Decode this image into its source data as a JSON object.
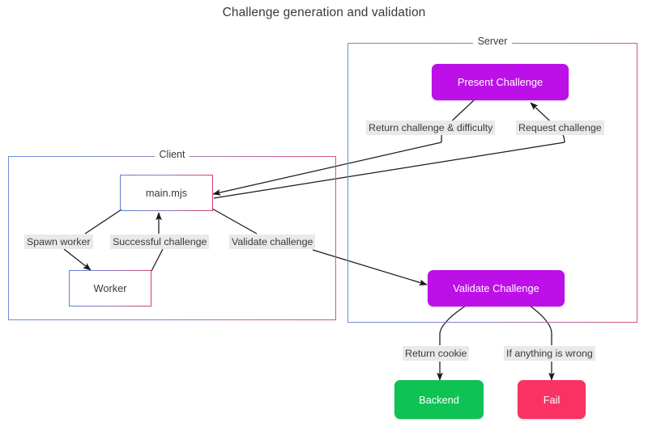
{
  "diagram": {
    "title": "Challenge generation and validation",
    "type": "flowchart",
    "colors": {
      "purple": "#bd0fe8",
      "green": "#0ec254",
      "pink": "#fa3263",
      "outline_start": "#5b7fd4",
      "outline_end": "#d43f66",
      "label_bg": "#e9e9e9",
      "text": "#3a3a3a",
      "background": "#ffffff"
    }
  },
  "groups": [
    {
      "id": "client",
      "label": "Client"
    },
    {
      "id": "server",
      "label": "Server"
    }
  ],
  "nodes": [
    {
      "id": "present_challenge",
      "label": "Present Challenge",
      "style": "filled-purple",
      "group": "server"
    },
    {
      "id": "main_mjs",
      "label": "main.mjs",
      "style": "outlined",
      "group": "client"
    },
    {
      "id": "worker",
      "label": "Worker",
      "style": "outlined",
      "group": "client"
    },
    {
      "id": "validate_challenge",
      "label": "Validate Challenge",
      "style": "filled-purple",
      "group": "server"
    },
    {
      "id": "backend",
      "label": "Backend",
      "style": "filled-green",
      "group": null
    },
    {
      "id": "fail",
      "label": "Fail",
      "style": "filled-pink",
      "group": null
    }
  ],
  "edge_labels": [
    {
      "id": "return_challenge_difficulty",
      "text": "Return challenge & difficulty"
    },
    {
      "id": "request_challenge",
      "text": "Request challenge"
    },
    {
      "id": "spawn_worker",
      "text": "Spawn worker"
    },
    {
      "id": "successful_challenge",
      "text": "Successful challenge"
    },
    {
      "id": "validate_challenge_label",
      "text": "Validate challenge"
    },
    {
      "id": "return_cookie",
      "text": "Return cookie"
    },
    {
      "id": "if_anything_is_wrong",
      "text": "If anything is wrong"
    }
  ],
  "edges": [
    {
      "from": "present_challenge",
      "to": "main_mjs",
      "label": "Return challenge & difficulty",
      "arrow": true
    },
    {
      "from": "main_mjs",
      "to": "present_challenge",
      "label": "Request challenge",
      "arrow": true
    },
    {
      "from": "main_mjs",
      "to": "worker",
      "label": "Spawn worker",
      "arrow": true
    },
    {
      "from": "worker",
      "to": "main_mjs",
      "label": "Successful challenge",
      "arrow": true
    },
    {
      "from": "main_mjs",
      "to": "validate_challenge",
      "label": "Validate challenge",
      "arrow": true
    },
    {
      "from": "validate_challenge",
      "to": "backend",
      "label": "Return cookie",
      "arrow": true
    },
    {
      "from": "validate_challenge",
      "to": "fail",
      "label": "If anything is wrong",
      "arrow": true
    }
  ]
}
